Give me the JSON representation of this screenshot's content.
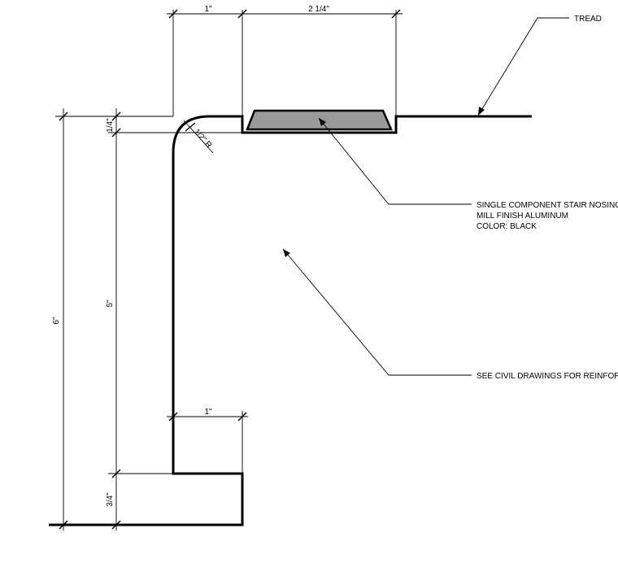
{
  "dimensions": {
    "top_1in": "1\"",
    "top_2_25in": "2 1/4\"",
    "quarter_in": "1/4\"",
    "five_in": "5\"",
    "six_in": "6\"",
    "three_quarter_in": "3/4\"",
    "bottom_1in": "1\"",
    "radius": "1/2\" R"
  },
  "notes": {
    "tread": "TREAD",
    "nosing": [
      "SINGLE COMPONENT STAIR NOSING",
      "MILL FINISH ALUMINUM",
      "COLOR: BLACK"
    ],
    "civil": "SEE CIVIL DRAWINGS FOR REINFORCII"
  },
  "colors": {
    "nosing_fill": "#9a9a9a",
    "line": "#000000"
  }
}
